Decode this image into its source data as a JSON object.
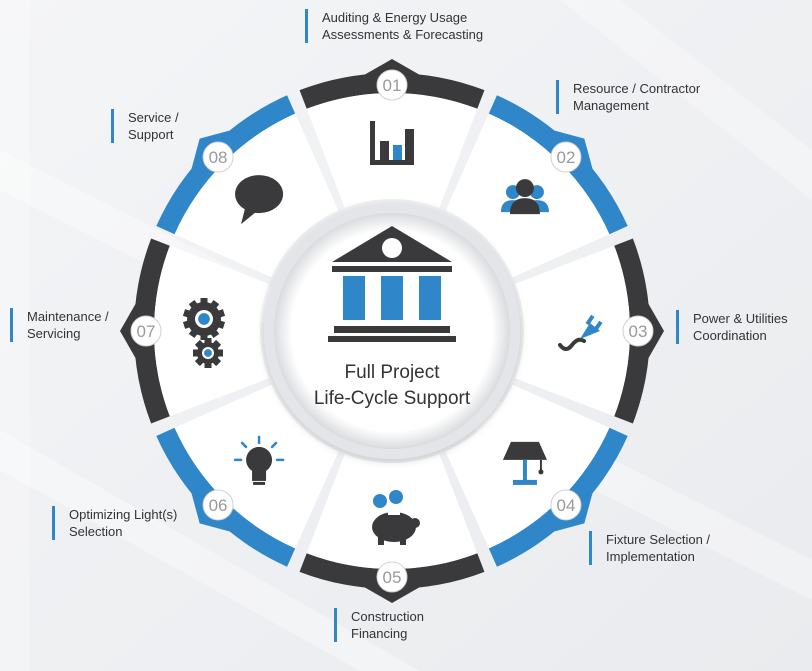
{
  "center": {
    "line1": "Full Project",
    "line2": "Life-Cycle Support"
  },
  "colors": {
    "dark": "#3a3a3c",
    "blue": "#2f86c8",
    "white": "#ffffff"
  },
  "segments": [
    {
      "number": "01",
      "icon": "bar-chart-icon",
      "label_lines": [
        "Auditing & Energy Usage",
        "Assessments & Forecasting"
      ]
    },
    {
      "number": "02",
      "icon": "people-icon",
      "label_lines": [
        "Resource / Contractor",
        "Management"
      ]
    },
    {
      "number": "03",
      "icon": "plug-icon",
      "label_lines": [
        "Power & Utilities",
        "Coordination"
      ]
    },
    {
      "number": "04",
      "icon": "lamp-icon",
      "label_lines": [
        "Fixture Selection /",
        "Implementation"
      ]
    },
    {
      "number": "05",
      "icon": "piggy-bank-icon",
      "label_lines": [
        "Construction",
        "Financing"
      ]
    },
    {
      "number": "06",
      "icon": "light-bulb-icon",
      "label_lines": [
        "Optimizing Light(s)",
        "Selection"
      ]
    },
    {
      "number": "07",
      "icon": "gears-icon",
      "label_lines": [
        "Maintenance /",
        "Servicing"
      ]
    },
    {
      "number": "08",
      "icon": "speech-bubble-icon",
      "label_lines": [
        "Service /",
        "Support"
      ]
    }
  ]
}
